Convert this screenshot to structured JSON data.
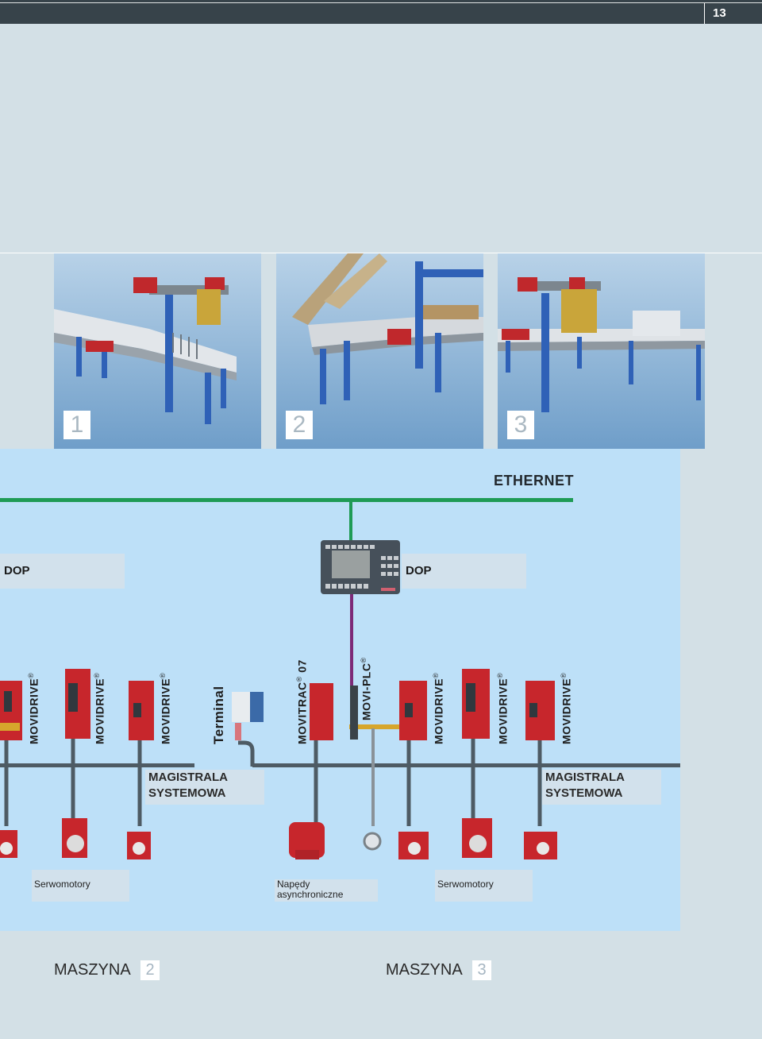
{
  "header": {
    "page_number": "13"
  },
  "photos": [
    {
      "number": "1"
    },
    {
      "number": "2"
    },
    {
      "number": "3"
    }
  ],
  "diagram": {
    "network": "ETHERNET",
    "dop_labels": [
      "DOP",
      "DOP"
    ],
    "bus_labels": [
      "MAGISTRALA SYSTEMOWA",
      "MAGISTRALA SYSTEMOWA"
    ],
    "devices": {
      "movidrive": "MOVIDRIVE",
      "terminal": "Terminal",
      "movitrac": "MOVITRAC",
      "movitrac_suffix": "07",
      "moviplc": "MOVI-PLC",
      "registered": "®"
    },
    "motor_labels": {
      "servo_left": "Serwomotory",
      "async": "Napędy asynchroniczne",
      "servo_right": "Serwomotory"
    }
  },
  "footer": {
    "machines": [
      {
        "label": "MASZYNA",
        "number": "2"
      },
      {
        "label": "MASZYNA",
        "number": "3"
      }
    ]
  }
}
